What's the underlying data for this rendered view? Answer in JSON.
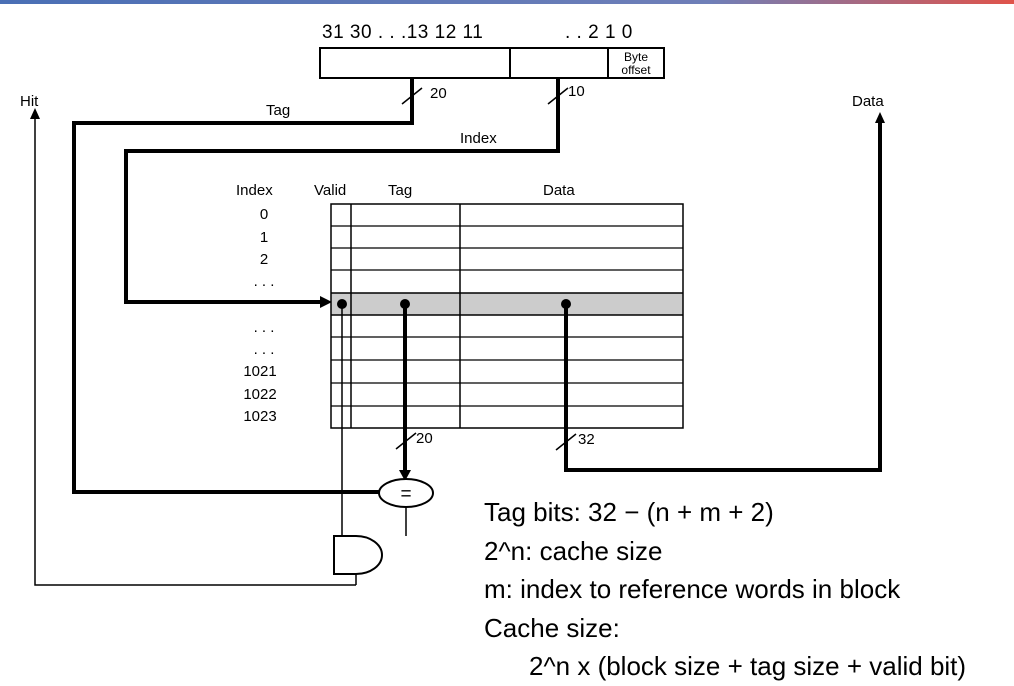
{
  "address": {
    "bit_positions_left": "31 30 . . .13 12 11",
    "bit_positions_right": ". . 2 1 0",
    "byte_offset_line1": "Byte",
    "byte_offset_line2": "offset",
    "tag_width": "20",
    "index_width": "10"
  },
  "signals": {
    "hit": "Hit",
    "tag": "Tag",
    "index": "Index",
    "data": "Data"
  },
  "table": {
    "headers": [
      "Index",
      "Valid",
      "Tag",
      "Data"
    ],
    "row_labels_top": [
      "0",
      "1",
      "2",
      ". . ."
    ],
    "row_labels_bottom": [
      ". . .",
      ". . .",
      "1021",
      "1022",
      "1023"
    ],
    "tag_out_width": "20",
    "data_out_width": "32"
  },
  "comparator_symbol": "=",
  "notes": {
    "line1": "Tag bits: 32 − (n + m + 2)",
    "line2": "2^n: cache size",
    "line3": "m: index to reference words in block",
    "line4": "Cache size:",
    "line5": "2^n x (block size + tag size + valid bit)"
  },
  "colors": {
    "selected_row": "#cccccc",
    "header_bar_left": "#4a6fb5",
    "header_bar_right": "#e0534a"
  }
}
